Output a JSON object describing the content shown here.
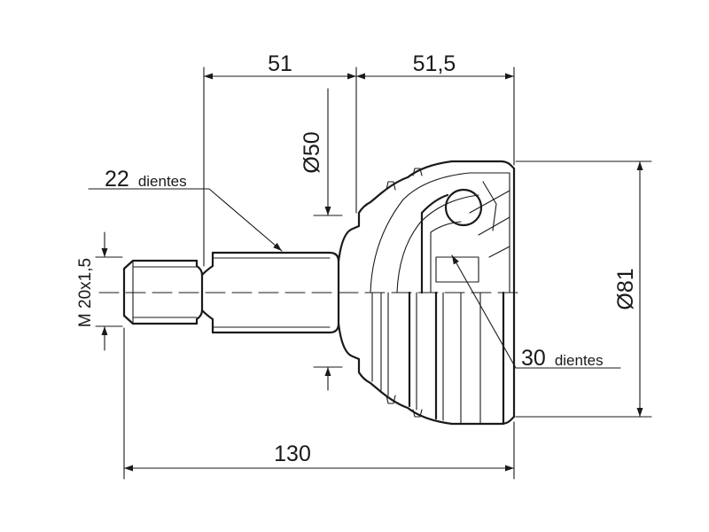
{
  "dimensions": {
    "shaft_length": "51",
    "bell_length": "51,5",
    "overall_length": "130",
    "seal_diameter": "Ø50",
    "outer_diameter": "Ø81",
    "thread": "M 20x1,5"
  },
  "callouts": {
    "outer_splines_count": "22",
    "outer_splines_unit": "dientes",
    "inner_splines_count": "30",
    "inner_splines_unit": "dientes"
  },
  "colors": {
    "line": "#1a1a1a",
    "background": "#ffffff"
  }
}
